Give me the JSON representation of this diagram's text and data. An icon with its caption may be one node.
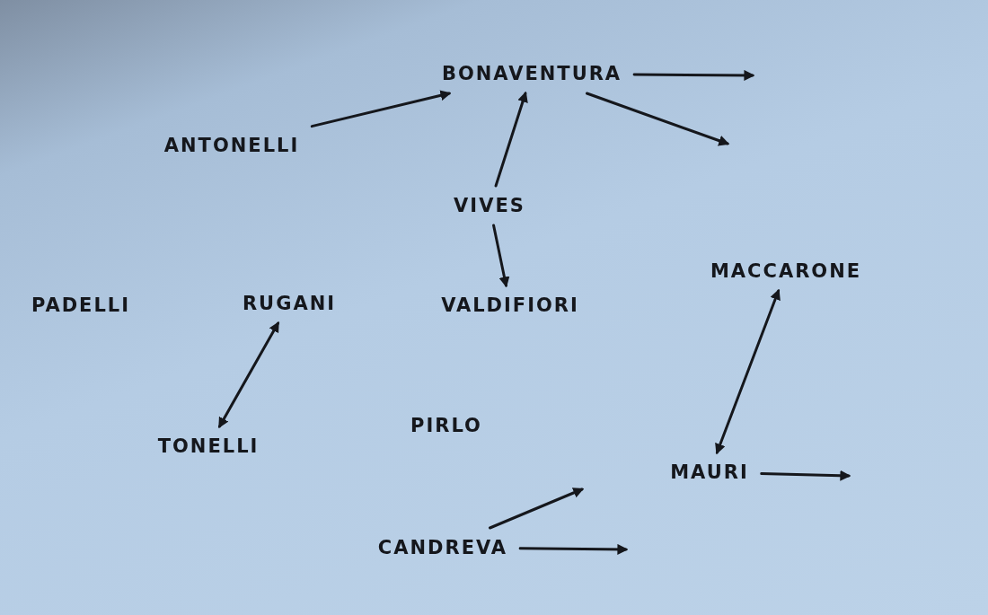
{
  "diagram": {
    "nodes": [
      {
        "text": [
          "BONAVENTURA"
        ]
      },
      {
        "text": [
          "ANTONELLI"
        ]
      },
      {
        "text": [
          "VIVES"
        ]
      },
      {
        "text": [
          "MACCARONE"
        ]
      },
      {
        "text": [
          "PADELLI"
        ]
      },
      {
        "text": [
          "RUGANI"
        ]
      },
      {
        "text": [
          "VALDIFIORI"
        ]
      },
      {
        "text": [
          "PIRLO"
        ]
      },
      {
        "text": [
          "TONELLI"
        ]
      },
      {
        "text": [
          "MAURI"
        ]
      },
      {
        "text": [
          "CANDREVA"
        ]
      }
    ],
    "edges": [
      {
        "from": 1,
        "to": 0,
        "arrow": "to"
      },
      {
        "from": 0,
        "to": null,
        "arrow": "to"
      },
      {
        "from": 0,
        "to": null,
        "arrow": "to"
      },
      {
        "from": 2,
        "to": 0,
        "arrow": "to"
      },
      {
        "from": 2,
        "to": 6,
        "arrow": "to"
      },
      {
        "from": 5,
        "to": 8,
        "arrow": "both"
      },
      {
        "from": 9,
        "to": 3,
        "arrow": "both"
      },
      {
        "from": 9,
        "to": null,
        "arrow": "to"
      },
      {
        "from": 10,
        "to": null,
        "arrow": "to"
      },
      {
        "from": 10,
        "to": null,
        "arrow": "to"
      }
    ]
  }
}
